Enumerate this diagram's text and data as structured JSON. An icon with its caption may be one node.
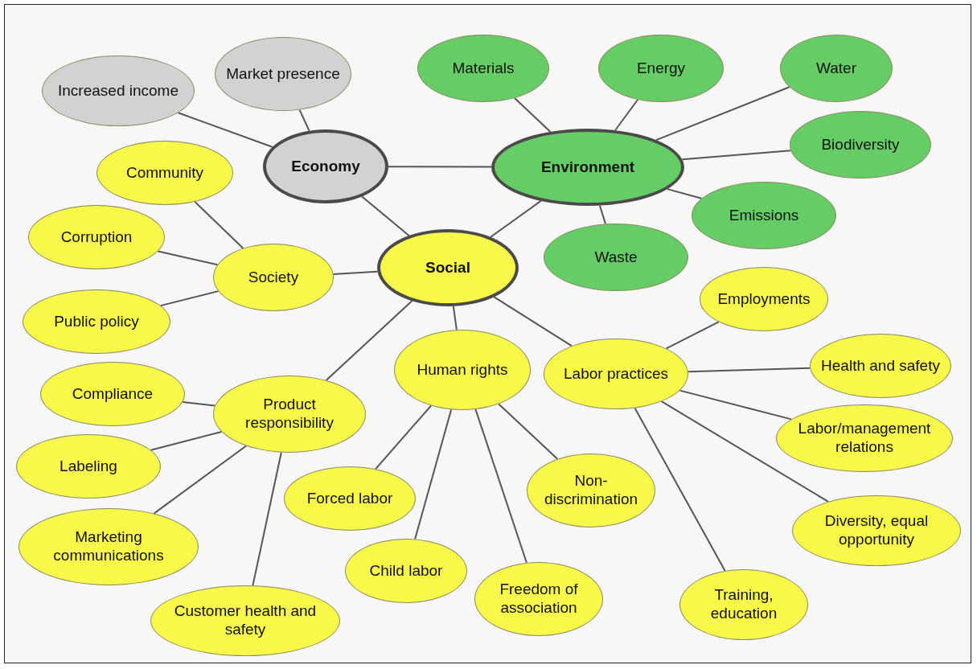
{
  "diagram": {
    "nodes": [
      {
        "text": [
          "Increased income"
        ]
      },
      {
        "text": [
          "Market presence"
        ]
      },
      {
        "text": [
          "Materials"
        ]
      },
      {
        "text": [
          "Energy"
        ]
      },
      {
        "text": [
          "Water"
        ]
      },
      {
        "text": [
          "Biodiversity"
        ]
      },
      {
        "text": [
          "Economy"
        ]
      },
      {
        "text": [
          "Environment"
        ]
      },
      {
        "text": [
          "Emissions"
        ]
      },
      {
        "text": [
          "Community"
        ]
      },
      {
        "text": [
          "Corruption"
        ]
      },
      {
        "text": [
          "Society"
        ]
      },
      {
        "text": [
          "Social"
        ]
      },
      {
        "text": [
          "Waste"
        ]
      },
      {
        "text": [
          "Public policy"
        ]
      },
      {
        "text": [
          "Employments"
        ]
      },
      {
        "text": [
          "Human rights"
        ]
      },
      {
        "text": [
          "Labor practices"
        ]
      },
      {
        "text": [
          "Health and safety"
        ]
      },
      {
        "text": [
          "Compliance"
        ]
      },
      {
        "text": [
          "Product responsibility"
        ]
      },
      {
        "text": [
          "Labeling"
        ]
      },
      {
        "text": [
          "Labor/management relations"
        ]
      },
      {
        "text": [
          "Non-discrimination"
        ]
      },
      {
        "text": [
          "Forced labor"
        ]
      },
      {
        "text": [
          "Diversity, equal opportunity"
        ]
      },
      {
        "text": [
          "Marketing communications"
        ]
      },
      {
        "text": [
          "Child labor"
        ]
      },
      {
        "text": [
          "Training, education"
        ]
      },
      {
        "text": [
          "Freedom of association"
        ]
      },
      {
        "text": [
          "Customer health and safety"
        ]
      }
    ],
    "edges": [
      {
        "from": 6,
        "to": 0,
        "arrow": "none"
      },
      {
        "from": 6,
        "to": 1,
        "arrow": "none"
      },
      {
        "from": 6,
        "to": 7,
        "arrow": "none"
      },
      {
        "from": 6,
        "to": 12,
        "arrow": "none"
      },
      {
        "from": 7,
        "to": 12,
        "arrow": "none"
      },
      {
        "from": 7,
        "to": 2,
        "arrow": "none"
      },
      {
        "from": 7,
        "to": 3,
        "arrow": "none"
      },
      {
        "from": 7,
        "to": 4,
        "arrow": "none"
      },
      {
        "from": 7,
        "to": 5,
        "arrow": "none"
      },
      {
        "from": 7,
        "to": 8,
        "arrow": "none"
      },
      {
        "from": 7,
        "to": 13,
        "arrow": "none"
      },
      {
        "from": 12,
        "to": 11,
        "arrow": "none"
      },
      {
        "from": 11,
        "to": 9,
        "arrow": "none"
      },
      {
        "from": 11,
        "to": 10,
        "arrow": "none"
      },
      {
        "from": 11,
        "to": 14,
        "arrow": "none"
      },
      {
        "from": 12,
        "to": 16,
        "arrow": "none"
      },
      {
        "from": 12,
        "to": 17,
        "arrow": "none"
      },
      {
        "from": 12,
        "to": 20,
        "arrow": "none"
      },
      {
        "from": 20,
        "to": 19,
        "arrow": "none"
      },
      {
        "from": 20,
        "to": 21,
        "arrow": "none"
      },
      {
        "from": 20,
        "to": 26,
        "arrow": "none"
      },
      {
        "from": 20,
        "to": 30,
        "arrow": "none"
      },
      {
        "from": 16,
        "to": 24,
        "arrow": "none"
      },
      {
        "from": 16,
        "to": 27,
        "arrow": "none"
      },
      {
        "from": 16,
        "to": 23,
        "arrow": "none"
      },
      {
        "from": 16,
        "to": 29,
        "arrow": "none"
      },
      {
        "from": 17,
        "to": 15,
        "arrow": "none"
      },
      {
        "from": 17,
        "to": 18,
        "arrow": "none"
      },
      {
        "from": 17,
        "to": 22,
        "arrow": "none"
      },
      {
        "from": 17,
        "to": 25,
        "arrow": "none"
      },
      {
        "from": 17,
        "to": 28,
        "arrow": "none"
      }
    ]
  }
}
